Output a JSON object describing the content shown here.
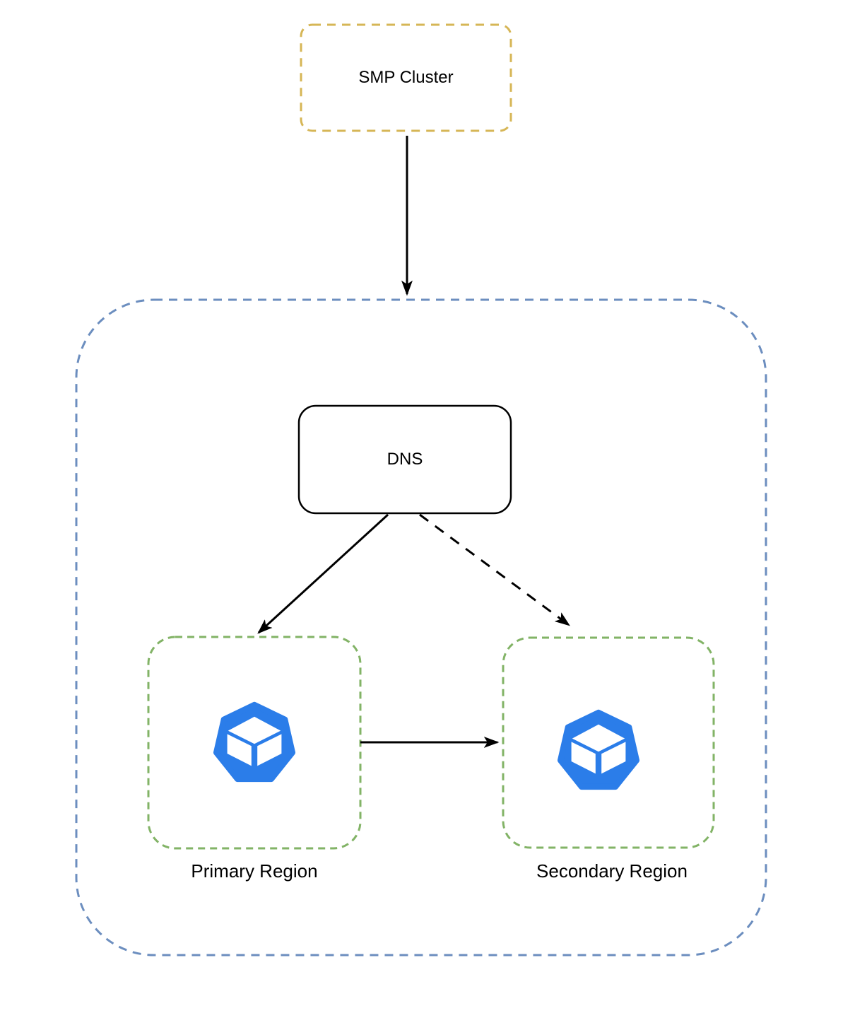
{
  "diagram": {
    "type": "architecture-flow",
    "nodes": {
      "smp_cluster": {
        "label": "SMP Cluster",
        "shape": "rounded-rect",
        "border": "dashed"
      },
      "dns": {
        "label": "DNS",
        "shape": "rounded-rect",
        "border": "solid"
      },
      "primary_region": {
        "label": "Primary Region",
        "shape": "rounded-rect",
        "border": "dashed",
        "icon": "heptagon-cube-node-icon"
      },
      "secondary_region": {
        "label": "Secondary Region",
        "shape": "rounded-rect",
        "border": "dashed",
        "icon": "heptagon-cube-node-icon"
      },
      "outer_container": {
        "label": "",
        "shape": "rounded-rect",
        "border": "dashed"
      }
    },
    "edges": [
      {
        "from": "smp_cluster",
        "to": "outer_container",
        "style": "solid",
        "arrowhead": "classic"
      },
      {
        "from": "dns",
        "to": "primary_region",
        "style": "solid",
        "arrowhead": "classic"
      },
      {
        "from": "dns",
        "to": "secondary_region",
        "style": "dashed",
        "arrowhead": "classic"
      },
      {
        "from": "primary_region",
        "to": "secondary_region",
        "style": "solid",
        "arrowhead": "classic"
      }
    ]
  },
  "colors": {
    "gold_border": "#d6b656",
    "blue_border": "#6c8ebf",
    "green_border": "#82b366",
    "line_black": "#000000",
    "icon_blue": "#2b7de9",
    "icon_face": "#ffffff",
    "node_fill": "#ffffff"
  }
}
